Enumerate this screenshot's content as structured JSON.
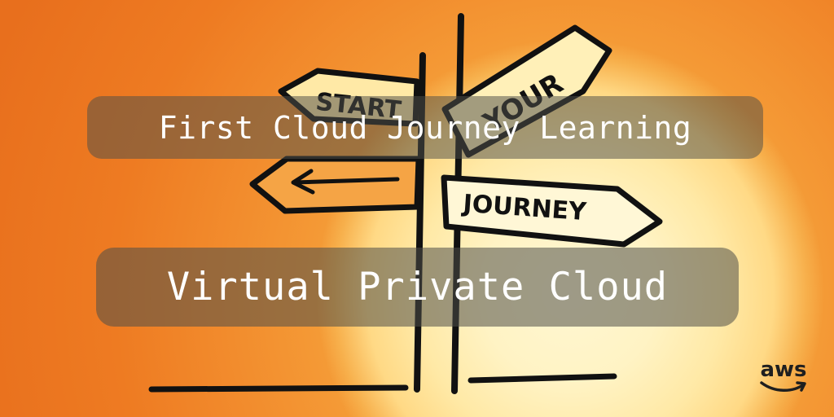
{
  "title": "First Cloud Journey Learning",
  "subtitle": "Virtual Private Cloud",
  "signs": {
    "start": "START",
    "your": "YOUR",
    "journey": "JOURNEY"
  },
  "logo": {
    "text": "aws",
    "icon": "aws-smile-arrow"
  },
  "colors": {
    "background_orange": "#ee7b22",
    "sun_glow": "#fff3c4",
    "ink": "#111111",
    "pill_overlay": "rgba(78,78,72,0.55)",
    "text": "#ffffff"
  }
}
